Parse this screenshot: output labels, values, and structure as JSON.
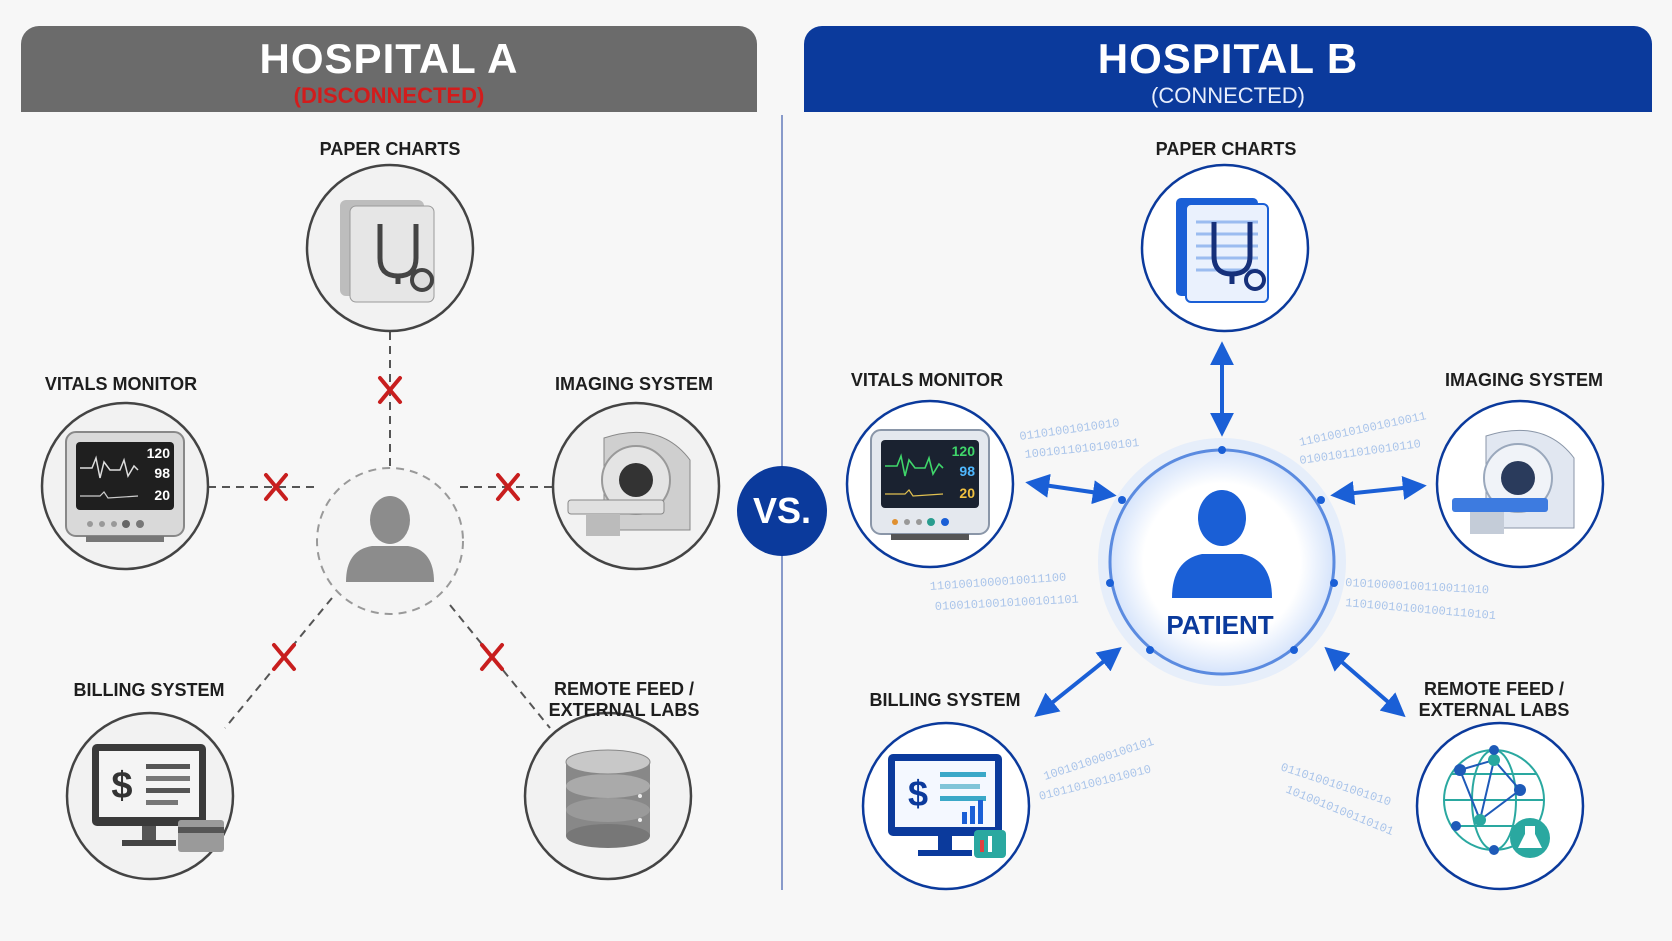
{
  "hospital_a": {
    "title": "HOSPITAL A",
    "subtitle": "(DISCONNECTED)",
    "nodes": {
      "paper_charts": "PAPER CHARTS",
      "vitals_monitor": "VITALS MONITOR",
      "imaging_system": "IMAGING SYSTEM",
      "billing_system": "BILLING SYSTEM",
      "remote_feed_line1": "REMOTE FEED /",
      "remote_feed_line2": "EXTERNAL LABS"
    },
    "monitor_values": [
      "120",
      "98",
      "20"
    ]
  },
  "vs_label": "VS.",
  "hospital_b": {
    "title": "HOSPITAL B",
    "subtitle": "(CONNECTED)",
    "center_label": "PATIENT",
    "nodes": {
      "paper_charts": "PAPER CHARTS",
      "vitals_monitor": "VITALS MONITOR",
      "imaging_system": "IMAGING SYSTEM",
      "billing_system": "BILLING SYSTEM",
      "remote_feed_line1": "REMOTE FEED /",
      "remote_feed_line2": "EXTERNAL LABS"
    },
    "monitor_values": [
      "120",
      "98",
      "20"
    ]
  },
  "colors": {
    "gray_banner": "#6b6b6b",
    "blue_banner": "#0b3a9c",
    "accent_blue": "#1a5fd6",
    "disconnect_red": "#c81e1e"
  }
}
